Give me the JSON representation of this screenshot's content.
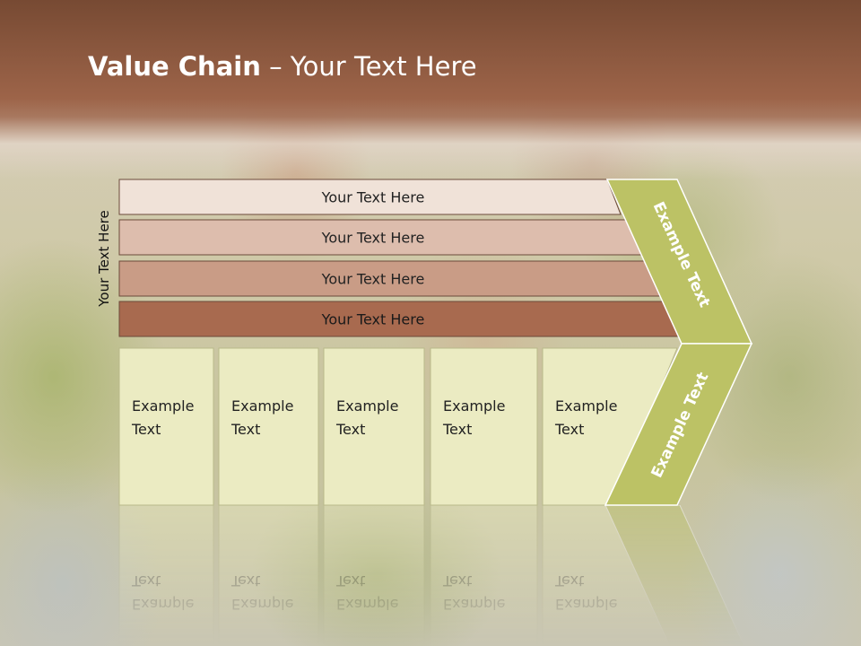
{
  "slide": {
    "title_bold": "Value Chain",
    "title_rest": " – Your Text Here"
  },
  "vertical_label": "Your Text Here",
  "bands": [
    {
      "label": "Your Text Here",
      "color": "#f0e2d8"
    },
    {
      "label": "Your Text Here",
      "color": "#ddbdad"
    },
    {
      "label": "Your Text Here",
      "color": "#c99c86"
    },
    {
      "label": "Your Text Here",
      "color": "#a86a4f"
    }
  ],
  "activities": [
    {
      "line1": "Example",
      "line2": "Text"
    },
    {
      "line1": "Example",
      "line2": "Text"
    },
    {
      "line1": "Example",
      "line2": "Text"
    },
    {
      "line1": "Example",
      "line2": "Text"
    },
    {
      "line1": "Example",
      "line2": "Text"
    }
  ],
  "arrow": {
    "upper_label": "Example Text",
    "lower_label": "Example Text",
    "color": "#bcc265"
  },
  "colors": {
    "header": "#8c5a40",
    "activity_fill": "#ebebc2",
    "activity_stroke": "#b9b98a"
  }
}
